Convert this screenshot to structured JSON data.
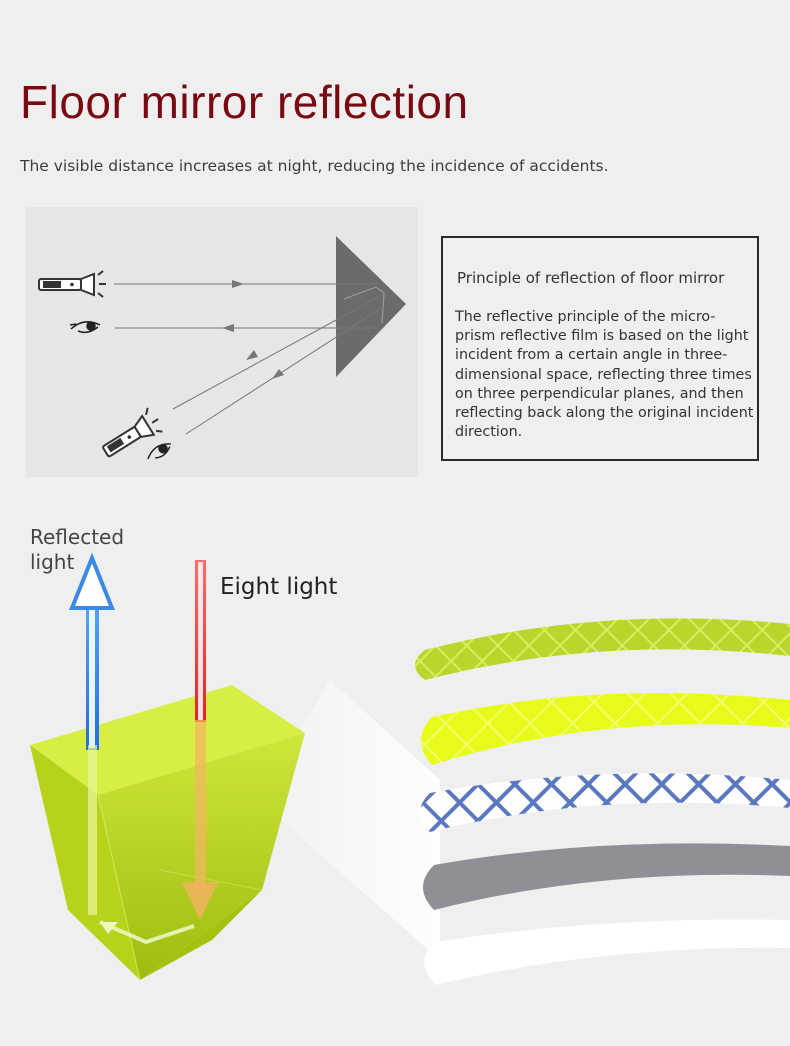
{
  "header": {
    "title": "Floor mirror reflection",
    "subtitle": "The visible distance increases at night, reducing the incidence of accidents."
  },
  "principle": {
    "title": "Principle of reflection of floor mirror",
    "body": "The reflective principle of the micro-prism reflective film is based on the light incident from a certain angle in three-dimensional space, reflecting three times on three perpendicular planes, and then reflecting back along the original incident direction."
  },
  "illustration": {
    "reflected_label": "Reflected light",
    "incident_label": "Eight light",
    "colors": {
      "title": "#7a0a12",
      "prism": "#c6de22",
      "incident_arrow": "#e8333a",
      "reflected_arrow": "#3a8be6",
      "strip_lime": "#b9d92a",
      "strip_yellow": "#e6fb1c",
      "strip_blue_pattern": "#5a78c0",
      "strip_gray": "#8f8f95",
      "strip_white": "#ffffff"
    },
    "strips": [
      "lime-prism-pattern",
      "fluorescent-yellow-pattern",
      "blue-diamond-pattern",
      "silver-gray",
      "white"
    ]
  },
  "icons": [
    "flashlight-icon",
    "eye-icon",
    "prism-icon"
  ]
}
